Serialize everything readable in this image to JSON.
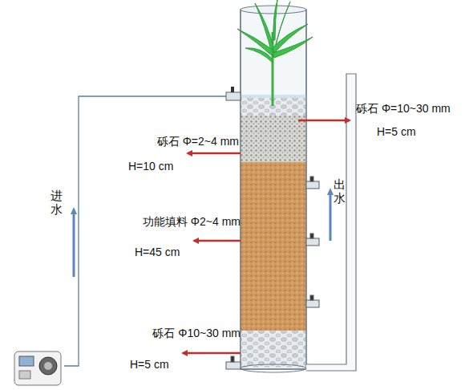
{
  "diagram": {
    "labels": [
      "砾石 Φ=10~30 mm",
      "H=5 cm",
      "砾石 Φ=2~4 mm",
      "H=10 cm",
      "功能填料 Φ2~4 mm",
      "H=45 cm",
      "砾石 Φ10~30 mm",
      "H=5 cm",
      "进水",
      "出水"
    ]
  }
}
